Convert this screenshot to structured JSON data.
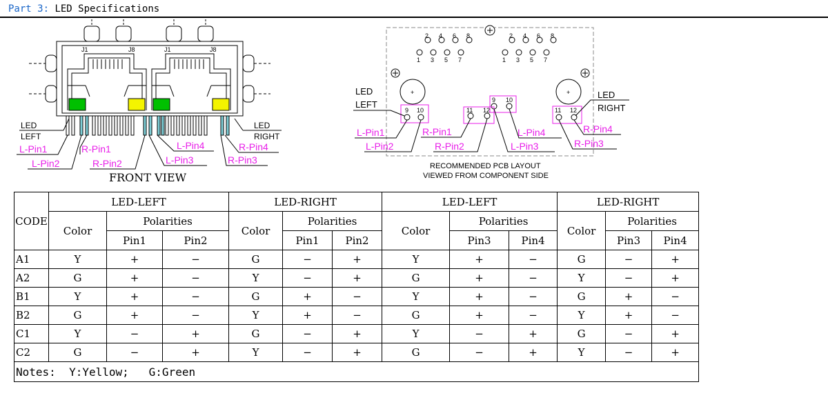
{
  "header": {
    "part": "Part 3:",
    "title": "LED Specifications"
  },
  "front_view": {
    "jack_left_labels": [
      "J1",
      "J8"
    ],
    "jack_right_labels": [
      "J1",
      "J8"
    ],
    "led_left_line1": "LED",
    "led_left_line2": "LEFT",
    "led_right_line1": "LED",
    "led_right_line2": "RIGHT",
    "pin_labels": [
      "L-Pin1",
      "L-Pin2",
      "R-Pin1",
      "R-Pin2",
      "L-Pin4",
      "L-Pin3",
      "R-Pin4",
      "R-Pin3"
    ],
    "caption": "FRONT VIEW"
  },
  "pcb_layout": {
    "top_pins_left": [
      "2",
      "4",
      "6",
      "8"
    ],
    "bottom_pins_left": [
      "1",
      "3",
      "5",
      "7"
    ],
    "top_pins_right": [
      "2",
      "4",
      "6",
      "8"
    ],
    "bottom_pins_right": [
      "1",
      "3",
      "5",
      "7"
    ],
    "led_pins": [
      "9",
      "10",
      "11",
      "12",
      "9",
      "10",
      "11",
      "12"
    ],
    "led_left_line1": "LED",
    "led_left_line2": "LEFT",
    "led_right_line1": "LED",
    "led_right_line2": "RIGHT",
    "pin_labels": [
      "L-Pin1",
      "L-Pin2",
      "R-Pin1",
      "R-Pin2",
      "L-Pin4",
      "L-Pin3",
      "R-Pin4",
      "R-Pin3"
    ],
    "caption_line1": "RECOMMENDED PCB LAYOUT",
    "caption_line2": "VIEWED FROM COMPONENT SIDE"
  },
  "colors": {
    "magenta": "#e81ee8",
    "yellow": "#f4f400",
    "green": "#00c000",
    "teal": "#7fd0d8",
    "header_blue": "#1a66c8"
  },
  "table": {
    "code_header": "CODE",
    "group_headers": [
      "LED-LEFT",
      "LED-RIGHT",
      "LED-LEFT",
      "LED-RIGHT"
    ],
    "color_header": "Color",
    "polarities_header": "Polarities",
    "pin_headers": [
      "Pin1",
      "Pin2",
      "Pin1",
      "Pin2",
      "Pin3",
      "Pin4",
      "Pin3",
      "Pin4"
    ],
    "rows": [
      {
        "code": "A1",
        "c1": "Y",
        "p1": "+",
        "p2": "−",
        "c2": "G",
        "p3": "−",
        "p4": "+",
        "c3": "Y",
        "p5": "+",
        "p6": "−",
        "c4": "G",
        "p7": "−",
        "p8": "+"
      },
      {
        "code": "A2",
        "c1": "G",
        "p1": "+",
        "p2": "−",
        "c2": "Y",
        "p3": "−",
        "p4": "+",
        "c3": "G",
        "p5": "+",
        "p6": "−",
        "c4": "Y",
        "p7": "−",
        "p8": "+"
      },
      {
        "code": "B1",
        "c1": "Y",
        "p1": "+",
        "p2": "−",
        "c2": "G",
        "p3": "+",
        "p4": "−",
        "c3": "Y",
        "p5": "+",
        "p6": "−",
        "c4": "G",
        "p7": "+",
        "p8": "−"
      },
      {
        "code": "B2",
        "c1": "G",
        "p1": "+",
        "p2": "−",
        "c2": "Y",
        "p3": "+",
        "p4": "−",
        "c3": "G",
        "p5": "+",
        "p6": "−",
        "c4": "Y",
        "p7": "+",
        "p8": "−"
      },
      {
        "code": "C1",
        "c1": "Y",
        "p1": "−",
        "p2": "+",
        "c2": "G",
        "p3": "−",
        "p4": "+",
        "c3": "Y",
        "p5": "−",
        "p6": "+",
        "c4": "G",
        "p7": "−",
        "p8": "+"
      },
      {
        "code": "C2",
        "c1": "G",
        "p1": "−",
        "p2": "+",
        "c2": "Y",
        "p3": "−",
        "p4": "+",
        "c3": "G",
        "p5": "−",
        "p6": "+",
        "c4": "Y",
        "p7": "−",
        "p8": "+"
      }
    ],
    "notes": "Notes:  Y:Yellow;   G:Green"
  }
}
